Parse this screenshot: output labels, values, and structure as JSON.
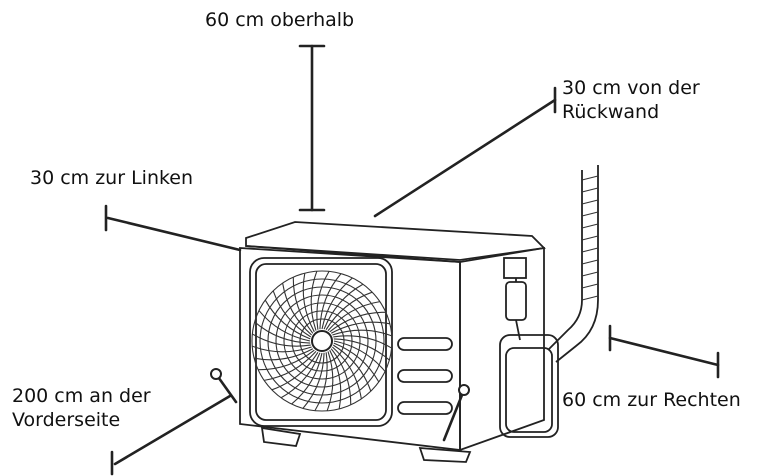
{
  "diagram": {
    "labels": {
      "top": "60 cm oberhalb",
      "back_line1": "30 cm von der",
      "back_line2": "Rückwand",
      "left": "30 cm zur Linken",
      "front_line1": "200 cm an der",
      "front_line2": "Vorderseite",
      "right": "60 cm zur Rechten"
    }
  }
}
